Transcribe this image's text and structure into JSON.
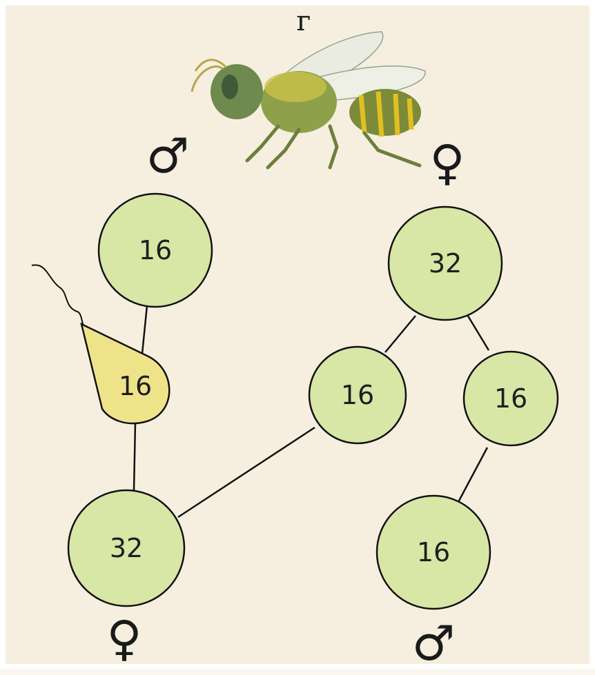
{
  "figure_letter": "г",
  "sex_symbols": {
    "male": "♂",
    "female": "♀"
  },
  "nodes": {
    "male_adult": "16",
    "sperm": "16",
    "female_offspring": "32",
    "queen": "32",
    "egg_fertilized": "16",
    "egg_unfertilized": "16",
    "male_offspring": "16"
  },
  "colors": {
    "cell_fill": "#d8e6a6",
    "sperm_fill": "#efe38a",
    "stroke": "#111111"
  }
}
